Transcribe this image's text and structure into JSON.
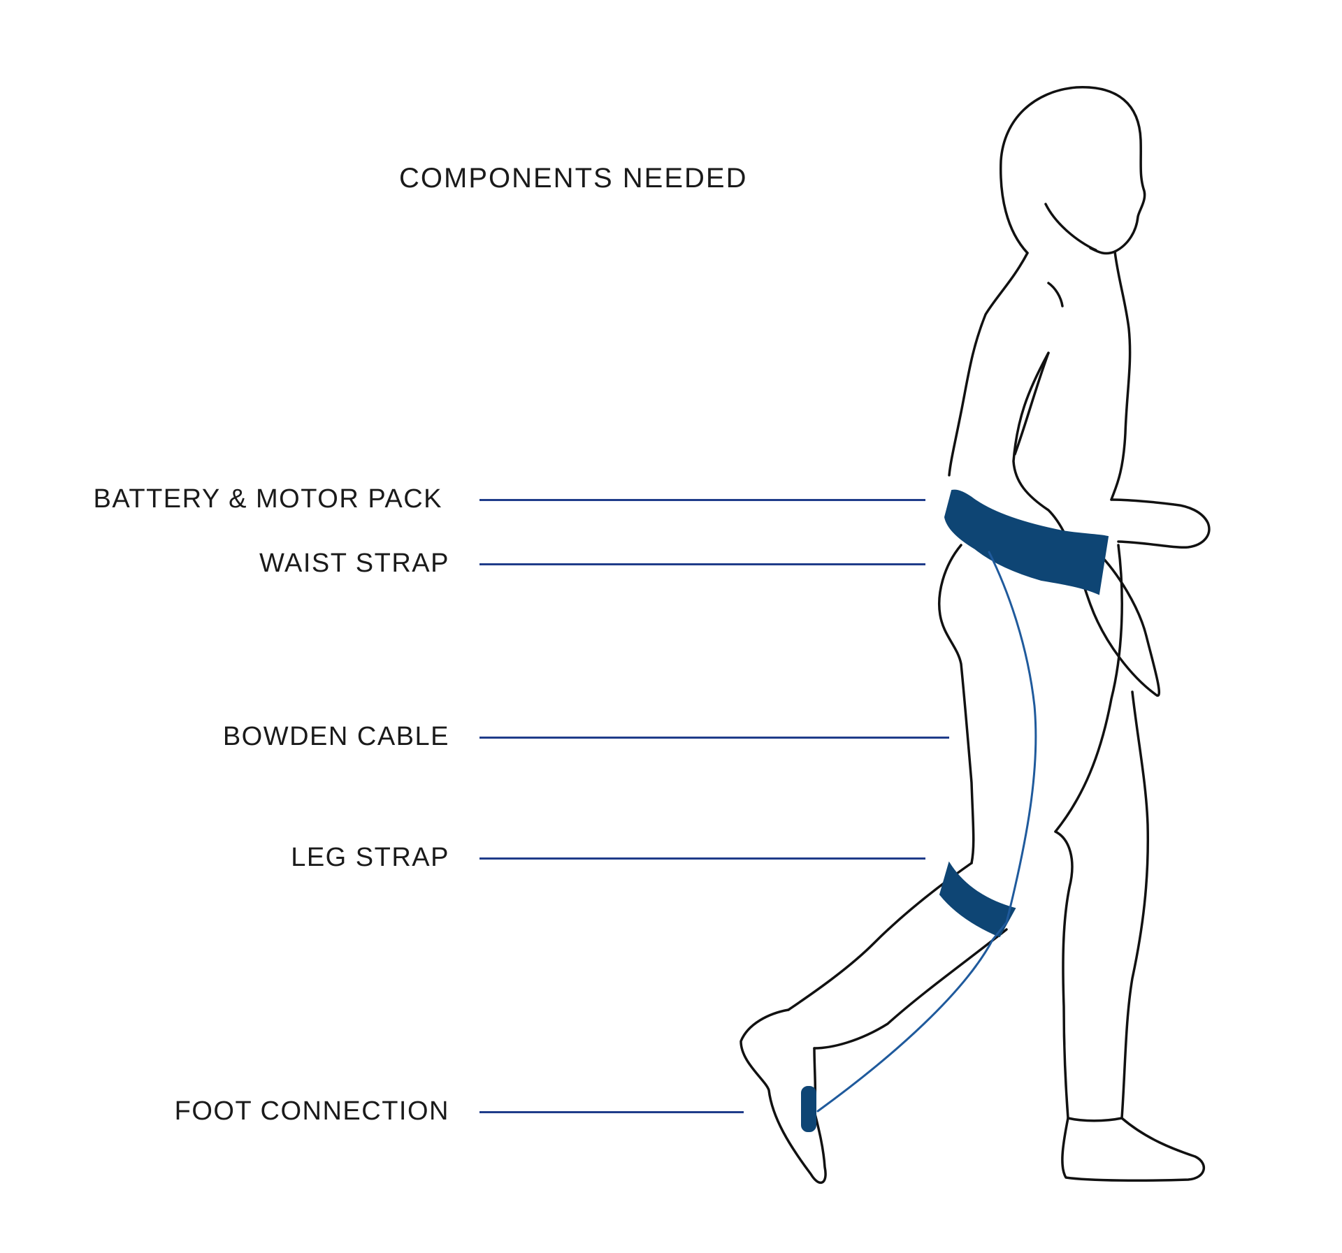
{
  "title": "COMPONENTS NEEDED",
  "components": [
    {
      "id": "battery-motor-pack",
      "label": "BATTERY & MOTOR PACK"
    },
    {
      "id": "waist-strap",
      "label": "WAIST STRAP"
    },
    {
      "id": "bowden-cable",
      "label": "BOWDEN CABLE"
    },
    {
      "id": "leg-strap",
      "label": "LEG STRAP"
    },
    {
      "id": "foot-connection",
      "label": "FOOT CONNECTION"
    }
  ],
  "colors": {
    "leader_line": "#1f3c8a",
    "component_fill": "#0e4574",
    "cable": "#1f5a9c",
    "outline": "#111111"
  }
}
